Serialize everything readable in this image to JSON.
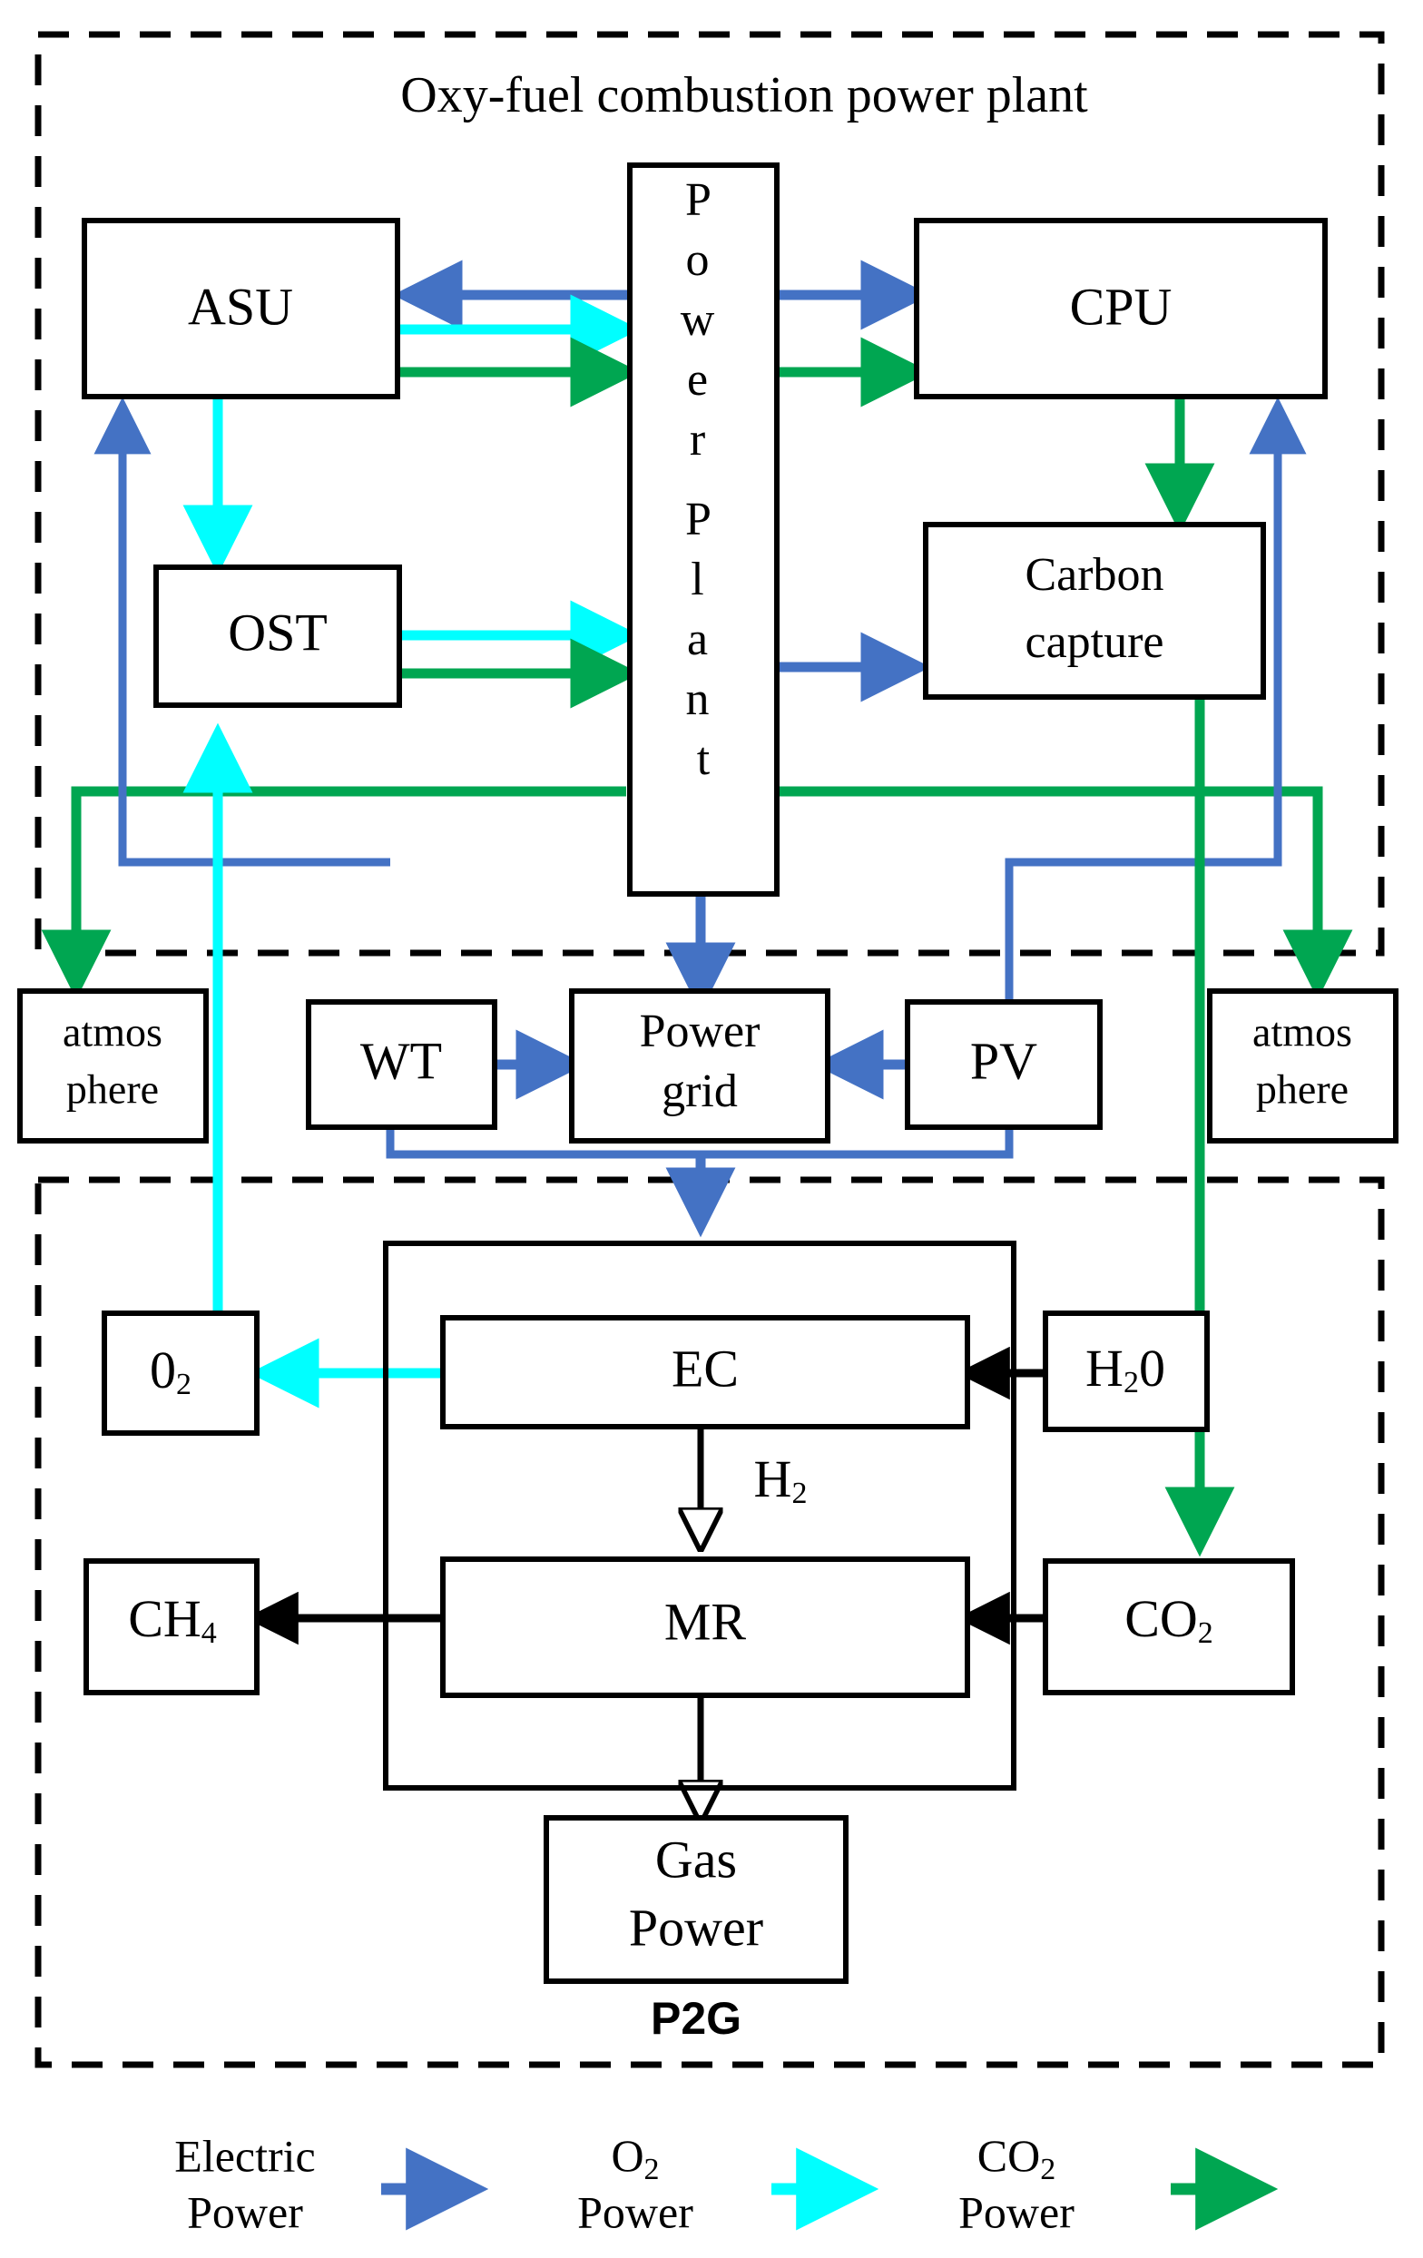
{
  "diagram": {
    "title": "Oxy-fuel combustion power plant",
    "bottom_group_label": "P2G",
    "colors": {
      "electric": "#4472C4",
      "o2": "#00FFFF",
      "co2": "#00A651",
      "black": "#000000"
    },
    "nodes": {
      "asu": "ASU",
      "power_plant": "Power Plant",
      "cpu": "CPU",
      "ost": "OST",
      "carbon_capture_line1": "Carbon",
      "carbon_capture_line2": "capture",
      "atmosphere_left_line1": "atmos",
      "atmosphere_left_line2": "phere",
      "atmosphere_right_line1": "atmos",
      "atmosphere_right_line2": "phere",
      "wt": "WT",
      "power_grid_line1": "Power",
      "power_grid_line2": "grid",
      "pv": "PV",
      "o2": "0",
      "o2_sub": "2",
      "ec": "EC",
      "h2o": "H",
      "h2o_sub": "2",
      "h2o_tail": "0",
      "h2_label": "H",
      "h2_label_sub": "2",
      "mr": "MR",
      "ch4": "CH",
      "ch4_sub": "4",
      "co2": "CO",
      "co2_sub": "2",
      "gas_power_line1": "Gas",
      "gas_power_line2": "Power"
    },
    "legend": [
      {
        "line1": "Electric",
        "line2": "Power",
        "color": "#4472C4"
      },
      {
        "line1": "O",
        "line1_sub": "2",
        "line2": "Power",
        "color": "#00FFFF"
      },
      {
        "line1": "CO",
        "line1_sub": "2",
        "line2": "Power",
        "color": "#00A651"
      }
    ]
  }
}
